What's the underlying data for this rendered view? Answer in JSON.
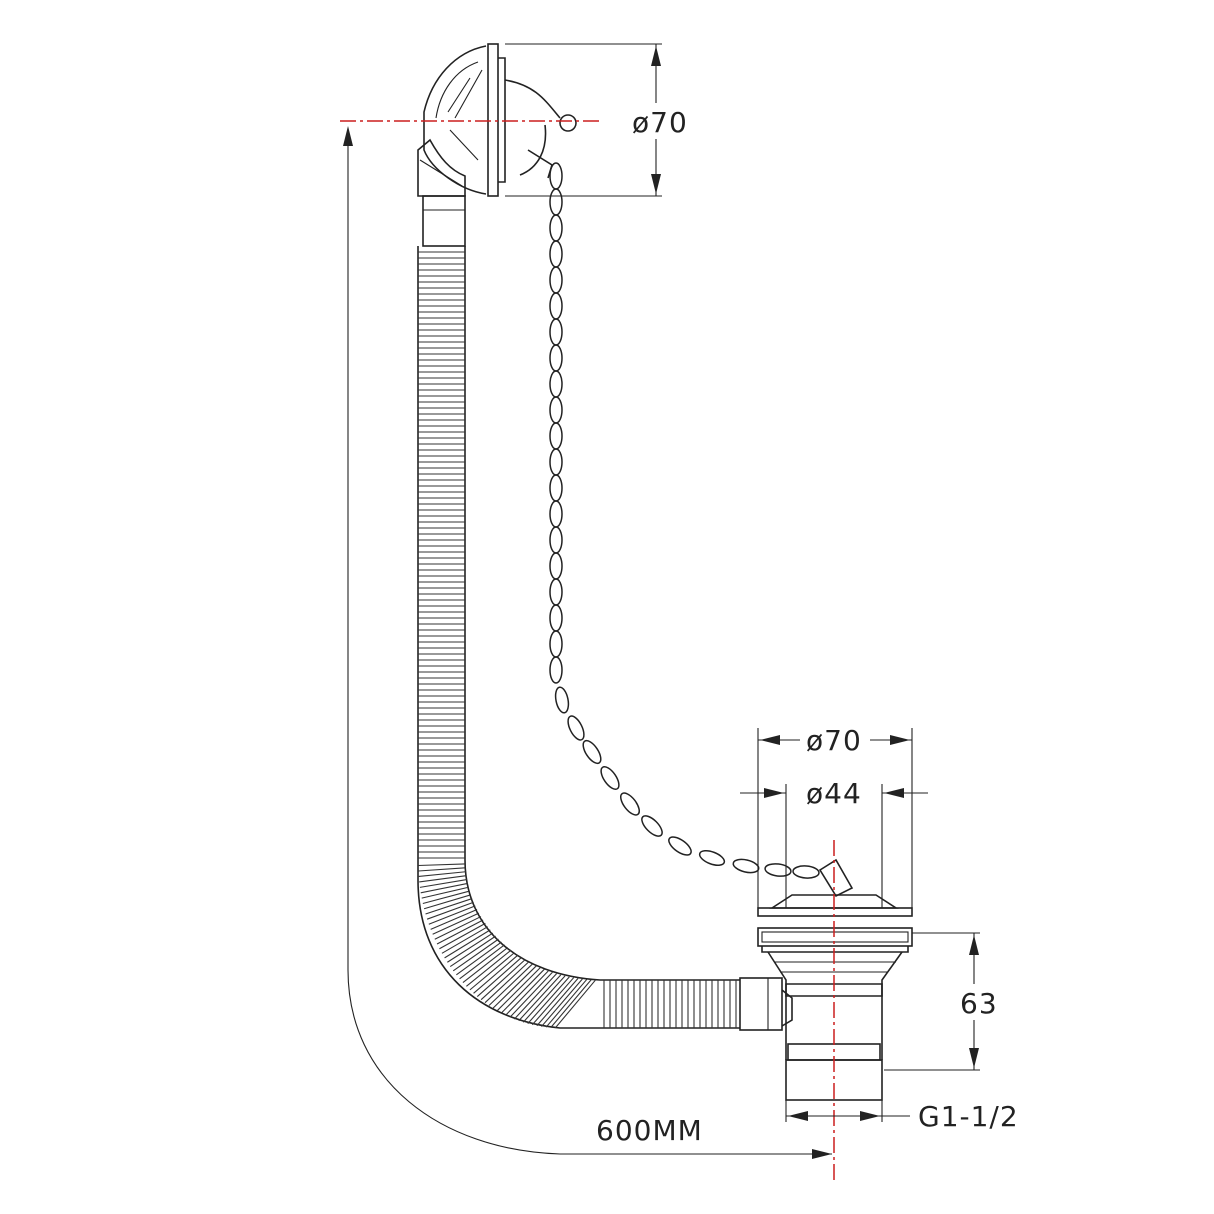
{
  "colors": {
    "line": "#222222",
    "centerline": "#cc1f1f",
    "background": "#ffffff"
  },
  "dimensions": {
    "overflow_diameter": "ø70",
    "waste_outer_diameter": "ø70",
    "waste_inner_diameter": "ø44",
    "waste_height": "63",
    "thread_size": "G1-1/2",
    "hose_length": "600MM"
  }
}
